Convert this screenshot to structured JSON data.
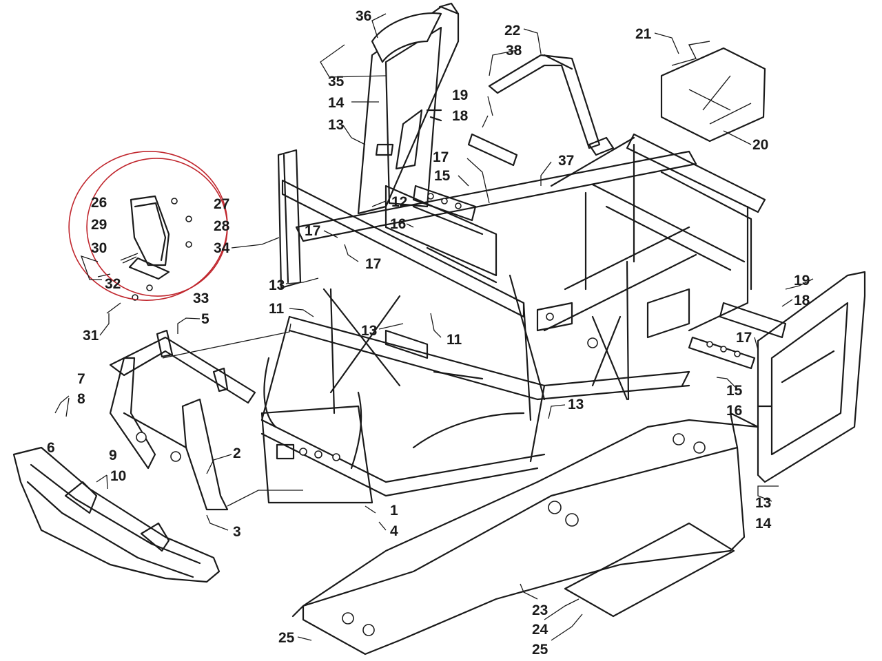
{
  "diagram": {
    "highlight_color": "#c0262d",
    "ink_color": "#1a1a1a"
  },
  "callouts": [
    "36",
    "22",
    "38",
    "21",
    "35",
    "14",
    "19",
    "18",
    "13",
    "20",
    "17",
    "15",
    "37",
    "26",
    "27",
    "29",
    "28",
    "30",
    "34",
    "12",
    "16",
    "17",
    "17",
    "32",
    "13",
    "11",
    "33",
    "31",
    "5",
    "13",
    "11",
    "19",
    "18",
    "17",
    "7",
    "8",
    "15",
    "16",
    "13",
    "6",
    "2",
    "9",
    "10",
    "1",
    "4",
    "3",
    "13",
    "14",
    "23",
    "24",
    "25",
    "25"
  ]
}
